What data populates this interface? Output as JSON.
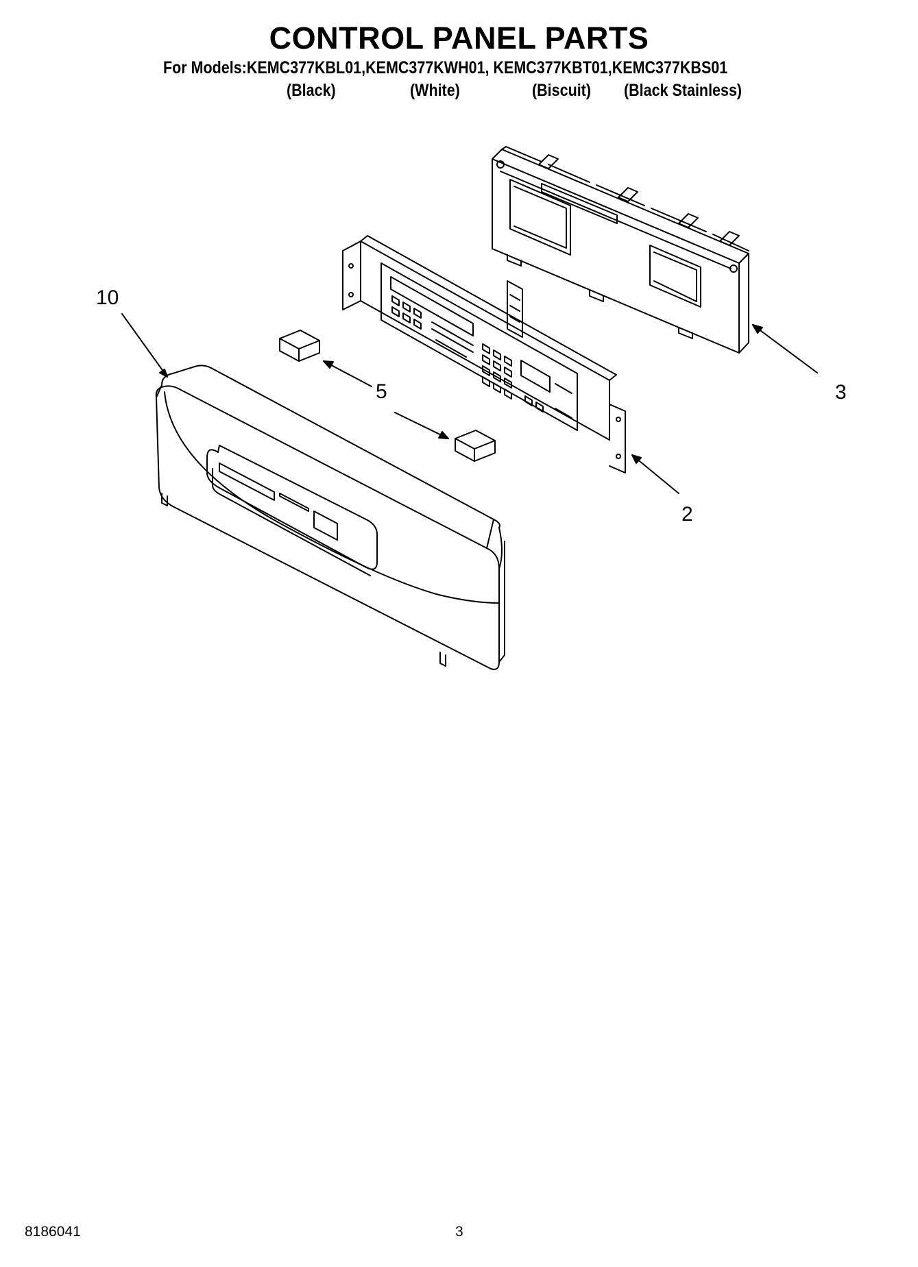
{
  "header": {
    "title": "CONTROL PANEL PARTS",
    "models_line": "For Models:KEMC377KBL01,KEMC377KWH01, KEMC377KBT01,KEMC377KBS01",
    "colors": [
      "(Black)",
      "(White)",
      "(Biscuit)",
      "(Black Stainless)"
    ]
  },
  "callouts": {
    "part_10": "10",
    "part_5": "5",
    "part_3": "3",
    "part_2": "2"
  },
  "footer": {
    "doc_number": "8186041",
    "page_number": "3"
  }
}
